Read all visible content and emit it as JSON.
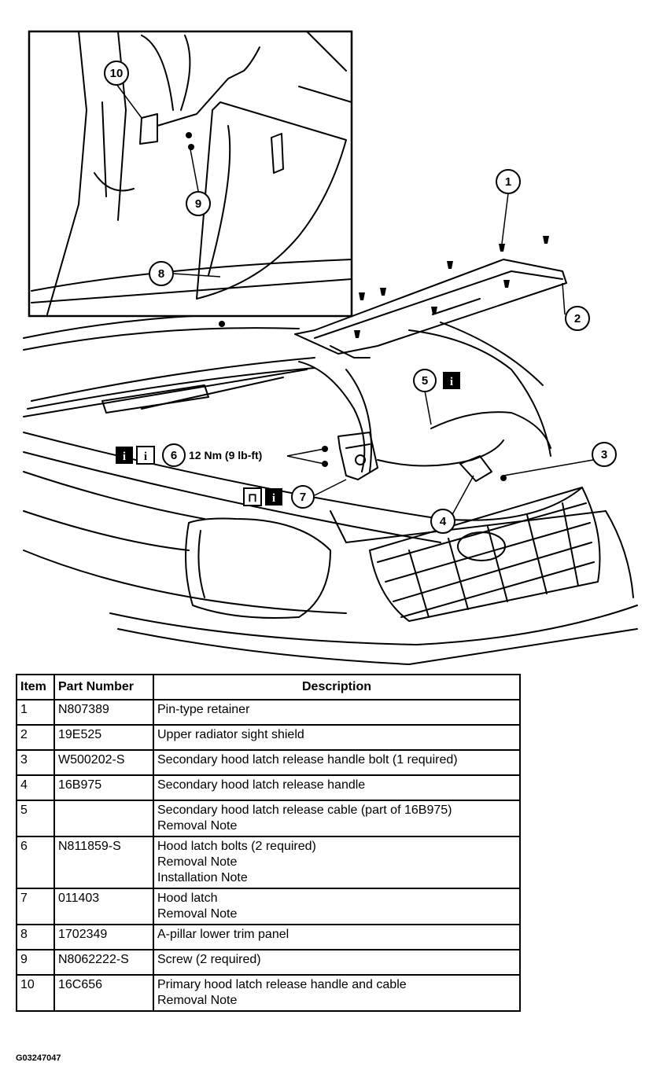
{
  "callouts": {
    "c1": "1",
    "c2": "2",
    "c3": "3",
    "c4": "4",
    "c5": "5",
    "c6": "6",
    "c7": "7",
    "c8": "8",
    "c9": "9",
    "c10": "10"
  },
  "torque_label": "12 Nm (9 lb-ft)",
  "icons": {
    "info_glyph": "i",
    "special_tool_glyph": "⊓"
  },
  "table": {
    "headers": [
      "Item",
      "Part Number",
      "Description"
    ],
    "rows": [
      {
        "item": "1",
        "part": "N807389",
        "desc": [
          "Pin-type retainer"
        ]
      },
      {
        "item": "2",
        "part": "19E525",
        "desc": [
          "Upper radiator sight shield"
        ]
      },
      {
        "item": "3",
        "part": "W500202-S",
        "desc": [
          "Secondary hood latch release handle bolt (1 required)"
        ]
      },
      {
        "item": "4",
        "part": "16B975",
        "desc": [
          "Secondary hood latch release handle"
        ]
      },
      {
        "item": "5",
        "part": "",
        "desc": [
          "Secondary hood latch release cable (part of 16B975)",
          "Removal Note"
        ]
      },
      {
        "item": "6",
        "part": "N811859-S",
        "desc": [
          "Hood latch bolts (2 required)",
          "Removal Note",
          "Installation Note"
        ]
      },
      {
        "item": "7",
        "part": "011403",
        "desc": [
          "Hood latch",
          "Removal Note"
        ]
      },
      {
        "item": "8",
        "part": "1702349",
        "desc": [
          "A-pillar lower trim panel"
        ]
      },
      {
        "item": "9",
        "part": "N8062222-S",
        "desc": [
          "Screw (2 required)"
        ]
      },
      {
        "item": "10",
        "part": "16C656",
        "desc": [
          "Primary hood latch release handle and cable",
          "Removal Note"
        ]
      }
    ]
  },
  "figure_id": "G03247047"
}
